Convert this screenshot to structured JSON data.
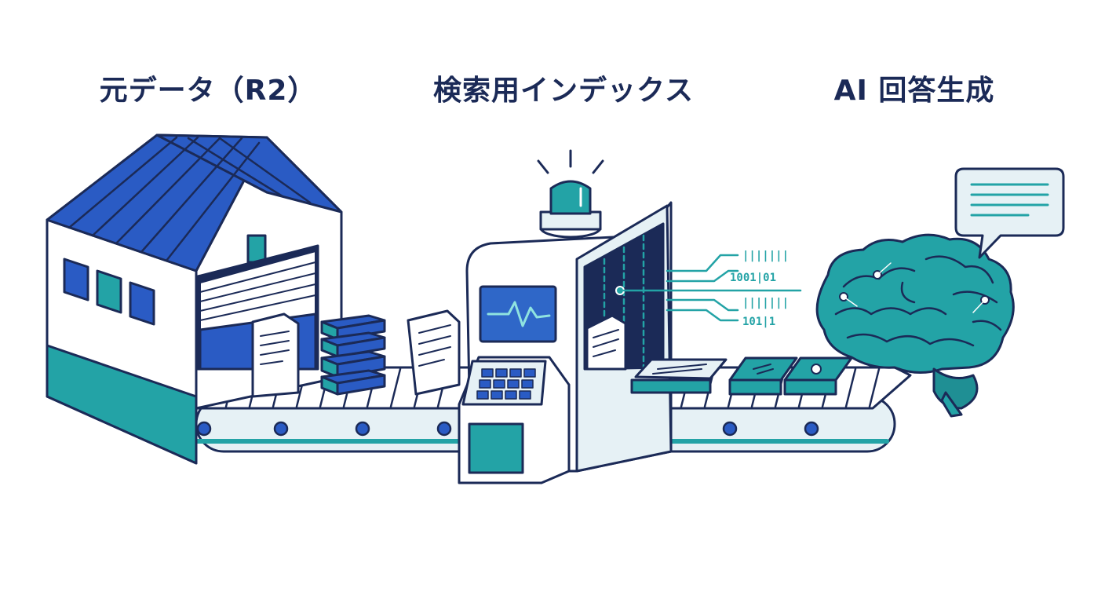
{
  "labels": {
    "source": "元データ（R2）",
    "index": "検索用インデックス",
    "ai": "AI 回答生成"
  },
  "binary": [
    "|||||||",
    "1001|01",
    "|||||||",
    "101|1"
  ],
  "colors": {
    "navy": "#1b2a57",
    "blue": "#2a5bc4",
    "teal": "#23a3a6",
    "light": "#e6f1f5",
    "screen": "#2f67c8"
  },
  "icons": [
    "warehouse-icon",
    "conveyor-icon",
    "scanner-machine-icon",
    "alarm-light-icon",
    "monitor-icon",
    "keypad-icon",
    "document-icon",
    "data-stack-icon",
    "circuit-icon",
    "brain-icon",
    "speech-bubble-icon"
  ]
}
